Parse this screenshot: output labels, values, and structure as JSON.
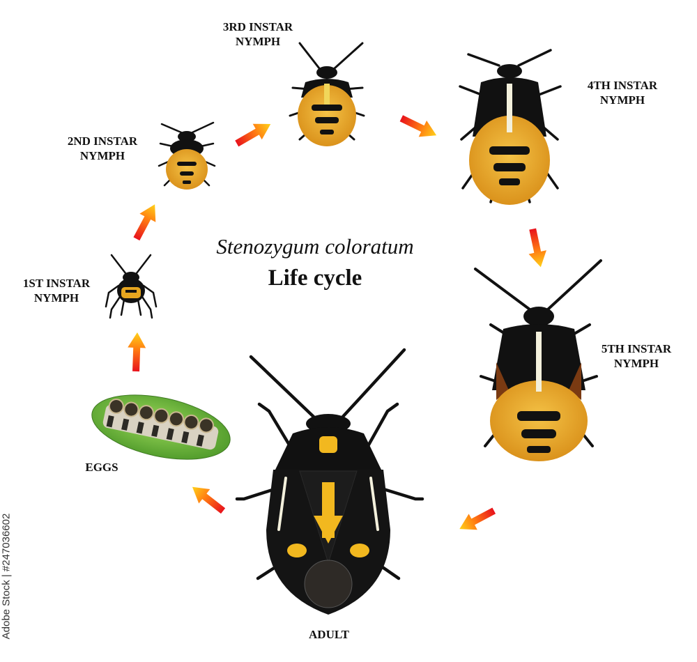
{
  "title": {
    "species": "Stenozygum coloratum",
    "subtitle": "Life cycle"
  },
  "stages": [
    {
      "line1": "EGGS",
      "line2": ""
    },
    {
      "line1": "1ST INSTAR",
      "line2": "NYMPH"
    },
    {
      "line1": "2ND INSTAR",
      "line2": "NYMPH"
    },
    {
      "line1": "3RD INSTAR",
      "line2": "NYMPH"
    },
    {
      "line1": "4TH INSTAR",
      "line2": "NYMPH"
    },
    {
      "line1": "5TH INSTAR",
      "line2": "NYMPH"
    },
    {
      "line1": "ADULT",
      "line2": ""
    }
  ],
  "stock_id": "Adobe Stock | #247036602",
  "colors": {
    "arrow_start": "#e8121c",
    "arrow_end": "#ffd21a",
    "bug_black": "#111111",
    "bug_yellow": "#e6a51f",
    "leaf_green": "#6fbf3a"
  }
}
